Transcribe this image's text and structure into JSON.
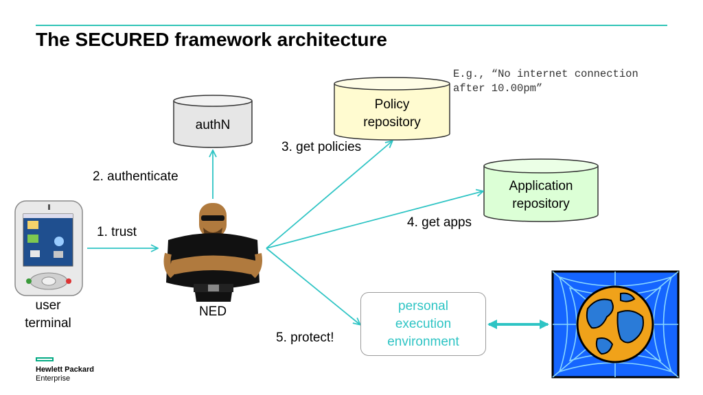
{
  "slide": {
    "title": "The SECURED framework architecture"
  },
  "nodes": {
    "authn": "authN",
    "policy_repo": [
      "Policy",
      "repository"
    ],
    "app_repo": [
      "Application",
      "repository"
    ],
    "pee": [
      "personal",
      "execution",
      "environment"
    ],
    "ned": "NED",
    "user_terminal": [
      "user",
      "terminal"
    ]
  },
  "steps": {
    "trust": "1. trust",
    "authenticate": "2. authenticate",
    "get_policies": "3. get policies",
    "get_apps": "4. get apps",
    "protect": "5. protect!"
  },
  "example_note": [
    "E.g., “No internet connection",
    "after 10.00pm”"
  ],
  "logo": {
    "line1": "Hewlett Packard",
    "line2": "Enterprise"
  },
  "colors": {
    "accent": "#2ec4c4",
    "policy_fill": "#fffbd0",
    "app_fill": "#dcffd6",
    "authn_fill": "#e6e6e6",
    "globe_bg": "#1565ff",
    "brand_green": "#01a982"
  }
}
